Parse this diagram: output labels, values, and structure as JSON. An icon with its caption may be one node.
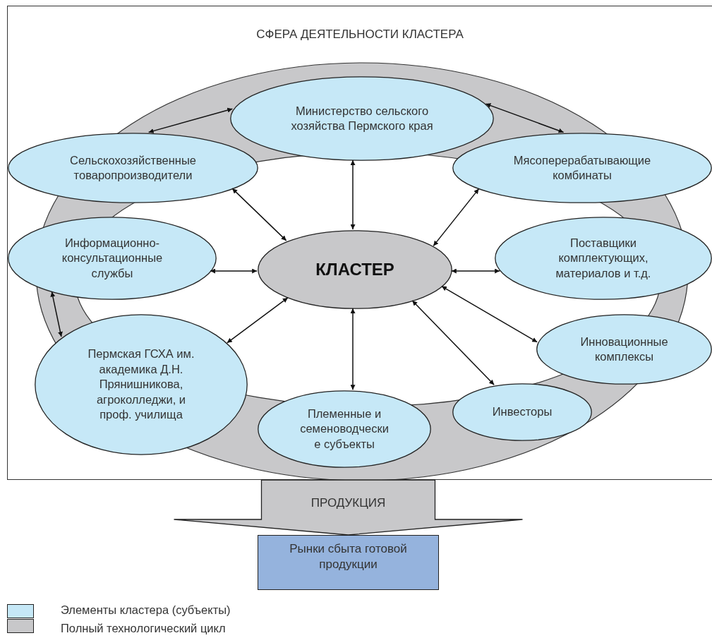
{
  "diagram": {
    "nodes": [
      {
        "text": [
          "СФЕРА ДЕЯТЕЛЬНОСТИ КЛАСТЕРА"
        ]
      },
      {
        "text": [
          "Министерство сельского хозяйства Пермского края"
        ],
        "in": 0
      },
      {
        "text": [
          "Сельскохозяйственные товаропроизводители"
        ],
        "in": 0
      },
      {
        "text": [
          "Мясоперерабатывающие комбинаты"
        ],
        "in": 0
      },
      {
        "text": [
          "Информационно- консультационные службы"
        ],
        "in": 0
      },
      {
        "text": [
          "КЛАСТЕР"
        ],
        "in": 0
      },
      {
        "text": [
          "Поставщики комплектующих, материалов и т.д."
        ],
        "in": 0
      },
      {
        "text": [
          "Инновационные комплексы"
        ],
        "in": 0
      },
      {
        "text": [
          "Пермская ГСХА им. академика Д.Н. Прянишникова, агроколледжи, и проф. училища"
        ],
        "in": 0
      },
      {
        "text": [
          "Инвесторы"
        ],
        "in": 0
      },
      {
        "text": [
          "Племенные и семеноводчески е субъекты"
        ],
        "in": 0
      },
      {
        "text": [
          "Рынки сбыта готовой продукции"
        ]
      }
    ],
    "edges": [
      {
        "from": 1,
        "to": 2,
        "arrow": "both"
      },
      {
        "from": 1,
        "to": 3,
        "arrow": "both"
      },
      {
        "from": 1,
        "to": 5,
        "arrow": "both"
      },
      {
        "from": 2,
        "to": 5,
        "arrow": "both"
      },
      {
        "from": 3,
        "to": 5,
        "arrow": "both"
      },
      {
        "from": 4,
        "to": 5,
        "arrow": "both"
      },
      {
        "from": 5,
        "to": 6,
        "arrow": "both"
      },
      {
        "from": 4,
        "to": 8,
        "arrow": "both"
      },
      {
        "from": 8,
        "to": 5,
        "arrow": "both"
      },
      {
        "from": 5,
        "to": 10,
        "arrow": "both"
      },
      {
        "from": 5,
        "to": 9,
        "arrow": "both"
      },
      {
        "from": 5,
        "to": 7,
        "arrow": "both"
      },
      {
        "from": 0,
        "to": 11,
        "arrow": "to",
        "label": "ПРОДУКЦИЯ",
        "style": "thick"
      }
    ],
    "legend": [
      {
        "text": "Элементы кластера (субъекты)",
        "color": "#c6e8f7"
      },
      {
        "text": "Полный технологический цикл",
        "color": "#c8c8ca"
      }
    ]
  }
}
